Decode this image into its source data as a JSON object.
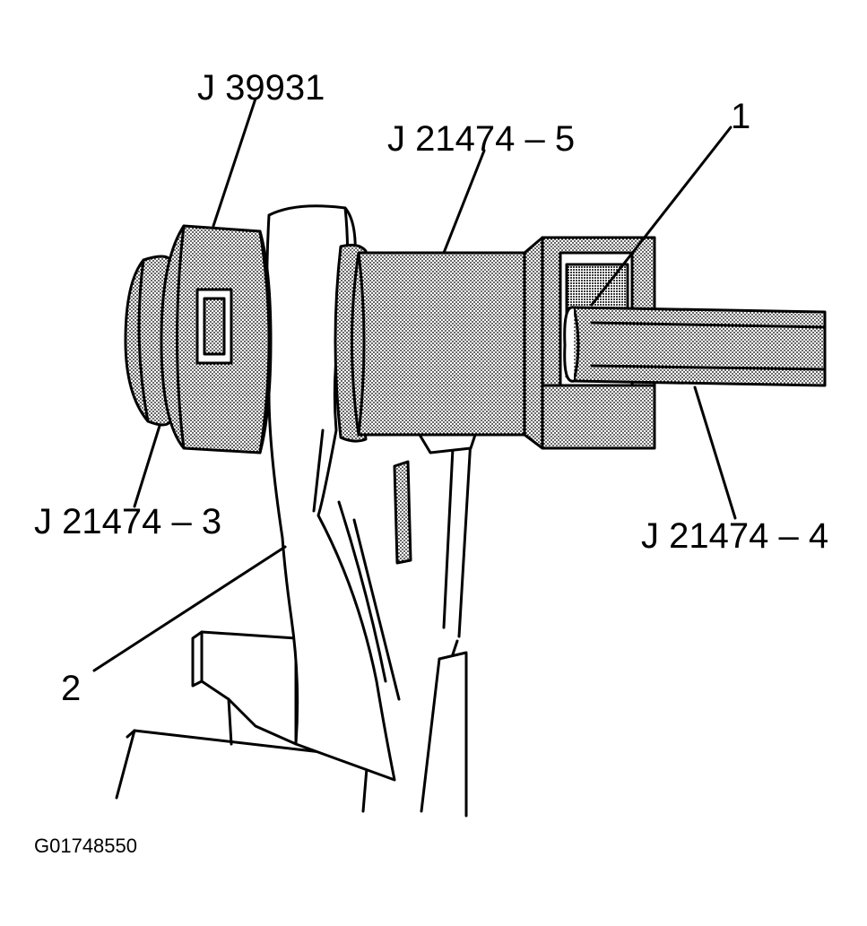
{
  "labels": {
    "j39931": "J 39931",
    "j21474_5": "J 21474 – 5",
    "item1": "1",
    "j21474_3": "J 21474 – 3",
    "j21474_4": "J 21474 – 4",
    "item2": "2"
  },
  "figure_id": "G01748550",
  "colors": {
    "ink": "#000000",
    "paper": "#ffffff"
  }
}
